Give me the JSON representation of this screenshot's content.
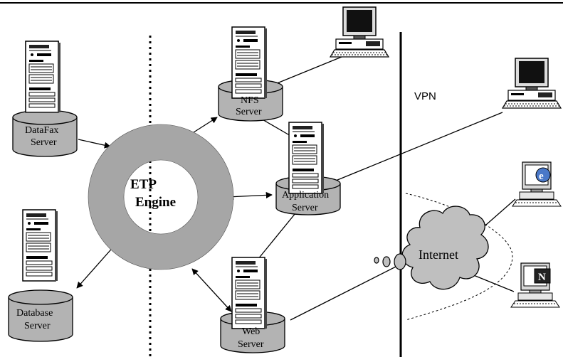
{
  "labels": {
    "datafax_line1": "DataFax",
    "datafax_line2": "Server",
    "database_line1": "Database",
    "database_line2": "Server",
    "nfs_line1": "NFS",
    "nfs_line2": "Server",
    "application_line1": "Application",
    "application_line2": "Server",
    "web_line1": "Web",
    "web_line2": "Server",
    "etp_line1": "ETP",
    "etp_line2": "Engine",
    "vpn": "VPN",
    "internet": "Internet"
  },
  "icons": {
    "server": "server-tower-icon",
    "cylinder": "database-cylinder-icon",
    "workstation": "desktop-computer-icon",
    "browser_ie": "internet-explorer-icon",
    "browser_netscape": "netscape-icon",
    "cloud": "internet-cloud-icon"
  },
  "colors": {
    "ring": "#a6a6a6",
    "cylinder": "#b3b3b3",
    "cloud": "#bfbfbf",
    "line": "#000000"
  }
}
